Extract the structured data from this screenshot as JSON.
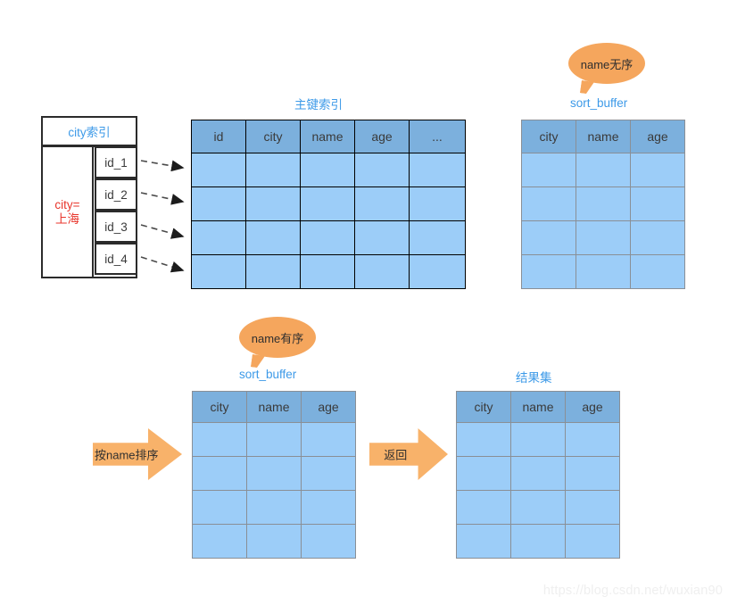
{
  "diagram": {
    "title": "MySQL order by sort_buffer flow",
    "watermark": "https://blog.csdn.net/wuxian90",
    "colors": {
      "header_cell": "#7cb0dd",
      "body_cell": "#9ccdf8",
      "caption_blue": "#3d9ae8",
      "key_red": "#e8352b",
      "arrow_orange": "#f8b26a",
      "bubble_orange": "#f5a65d",
      "border_black": "#2b2b2b",
      "border_gray": "#8a8f96"
    }
  },
  "city_index": {
    "title": "city索引",
    "key_line1": "city=",
    "key_line2": "上海",
    "ids": [
      "id_1",
      "id_2",
      "id_3",
      "id_4"
    ]
  },
  "primary_index": {
    "caption": "主键索引",
    "columns": [
      "id",
      "city",
      "name",
      "age",
      "..."
    ],
    "row_count": 4
  },
  "sort_buffer_unsorted": {
    "caption": "sort_buffer",
    "bubble": "name无序",
    "columns": [
      "city",
      "name",
      "age"
    ],
    "row_count": 4
  },
  "sort_buffer_sorted": {
    "caption": "sort_buffer",
    "bubble": "name有序",
    "columns": [
      "city",
      "name",
      "age"
    ],
    "row_count": 4
  },
  "result_set": {
    "caption": "结果集",
    "columns": [
      "city",
      "name",
      "age"
    ],
    "row_count": 4
  },
  "arrows": {
    "sort_by_name": "按name排序",
    "return": "返回"
  }
}
